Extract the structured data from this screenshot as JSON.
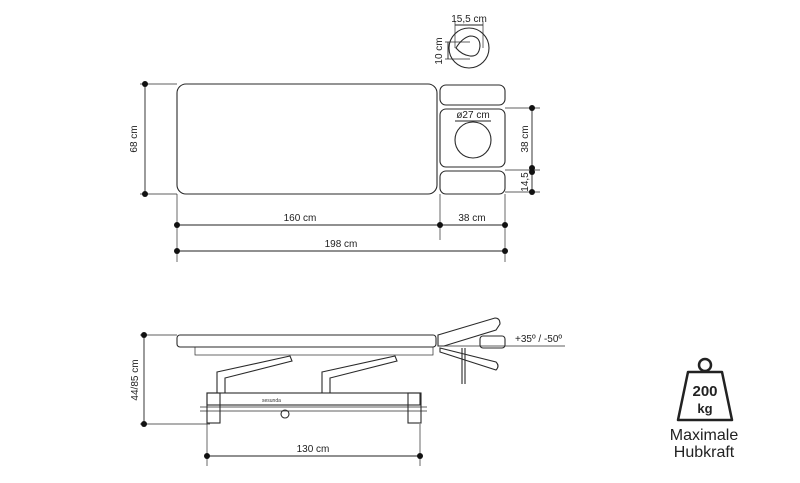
{
  "top_view": {
    "face_hole_width": "15,5 cm",
    "face_hole_height": "10 cm",
    "head_hole_diameter": "ø27 cm",
    "width": "68 cm",
    "body_length": "160 cm",
    "head_length": "38 cm",
    "total_length": "198 cm",
    "head_section_width": "38 cm",
    "side_section_width": "14,5"
  },
  "side_view": {
    "height_range": "44/85 cm",
    "base_length": "130 cm",
    "head_angle": "+35º / -50º",
    "brand_label": "sesunda"
  },
  "lift_capacity": {
    "value": "200",
    "unit": "kg",
    "line1": "Maximale",
    "line2": "Hubkraft"
  }
}
